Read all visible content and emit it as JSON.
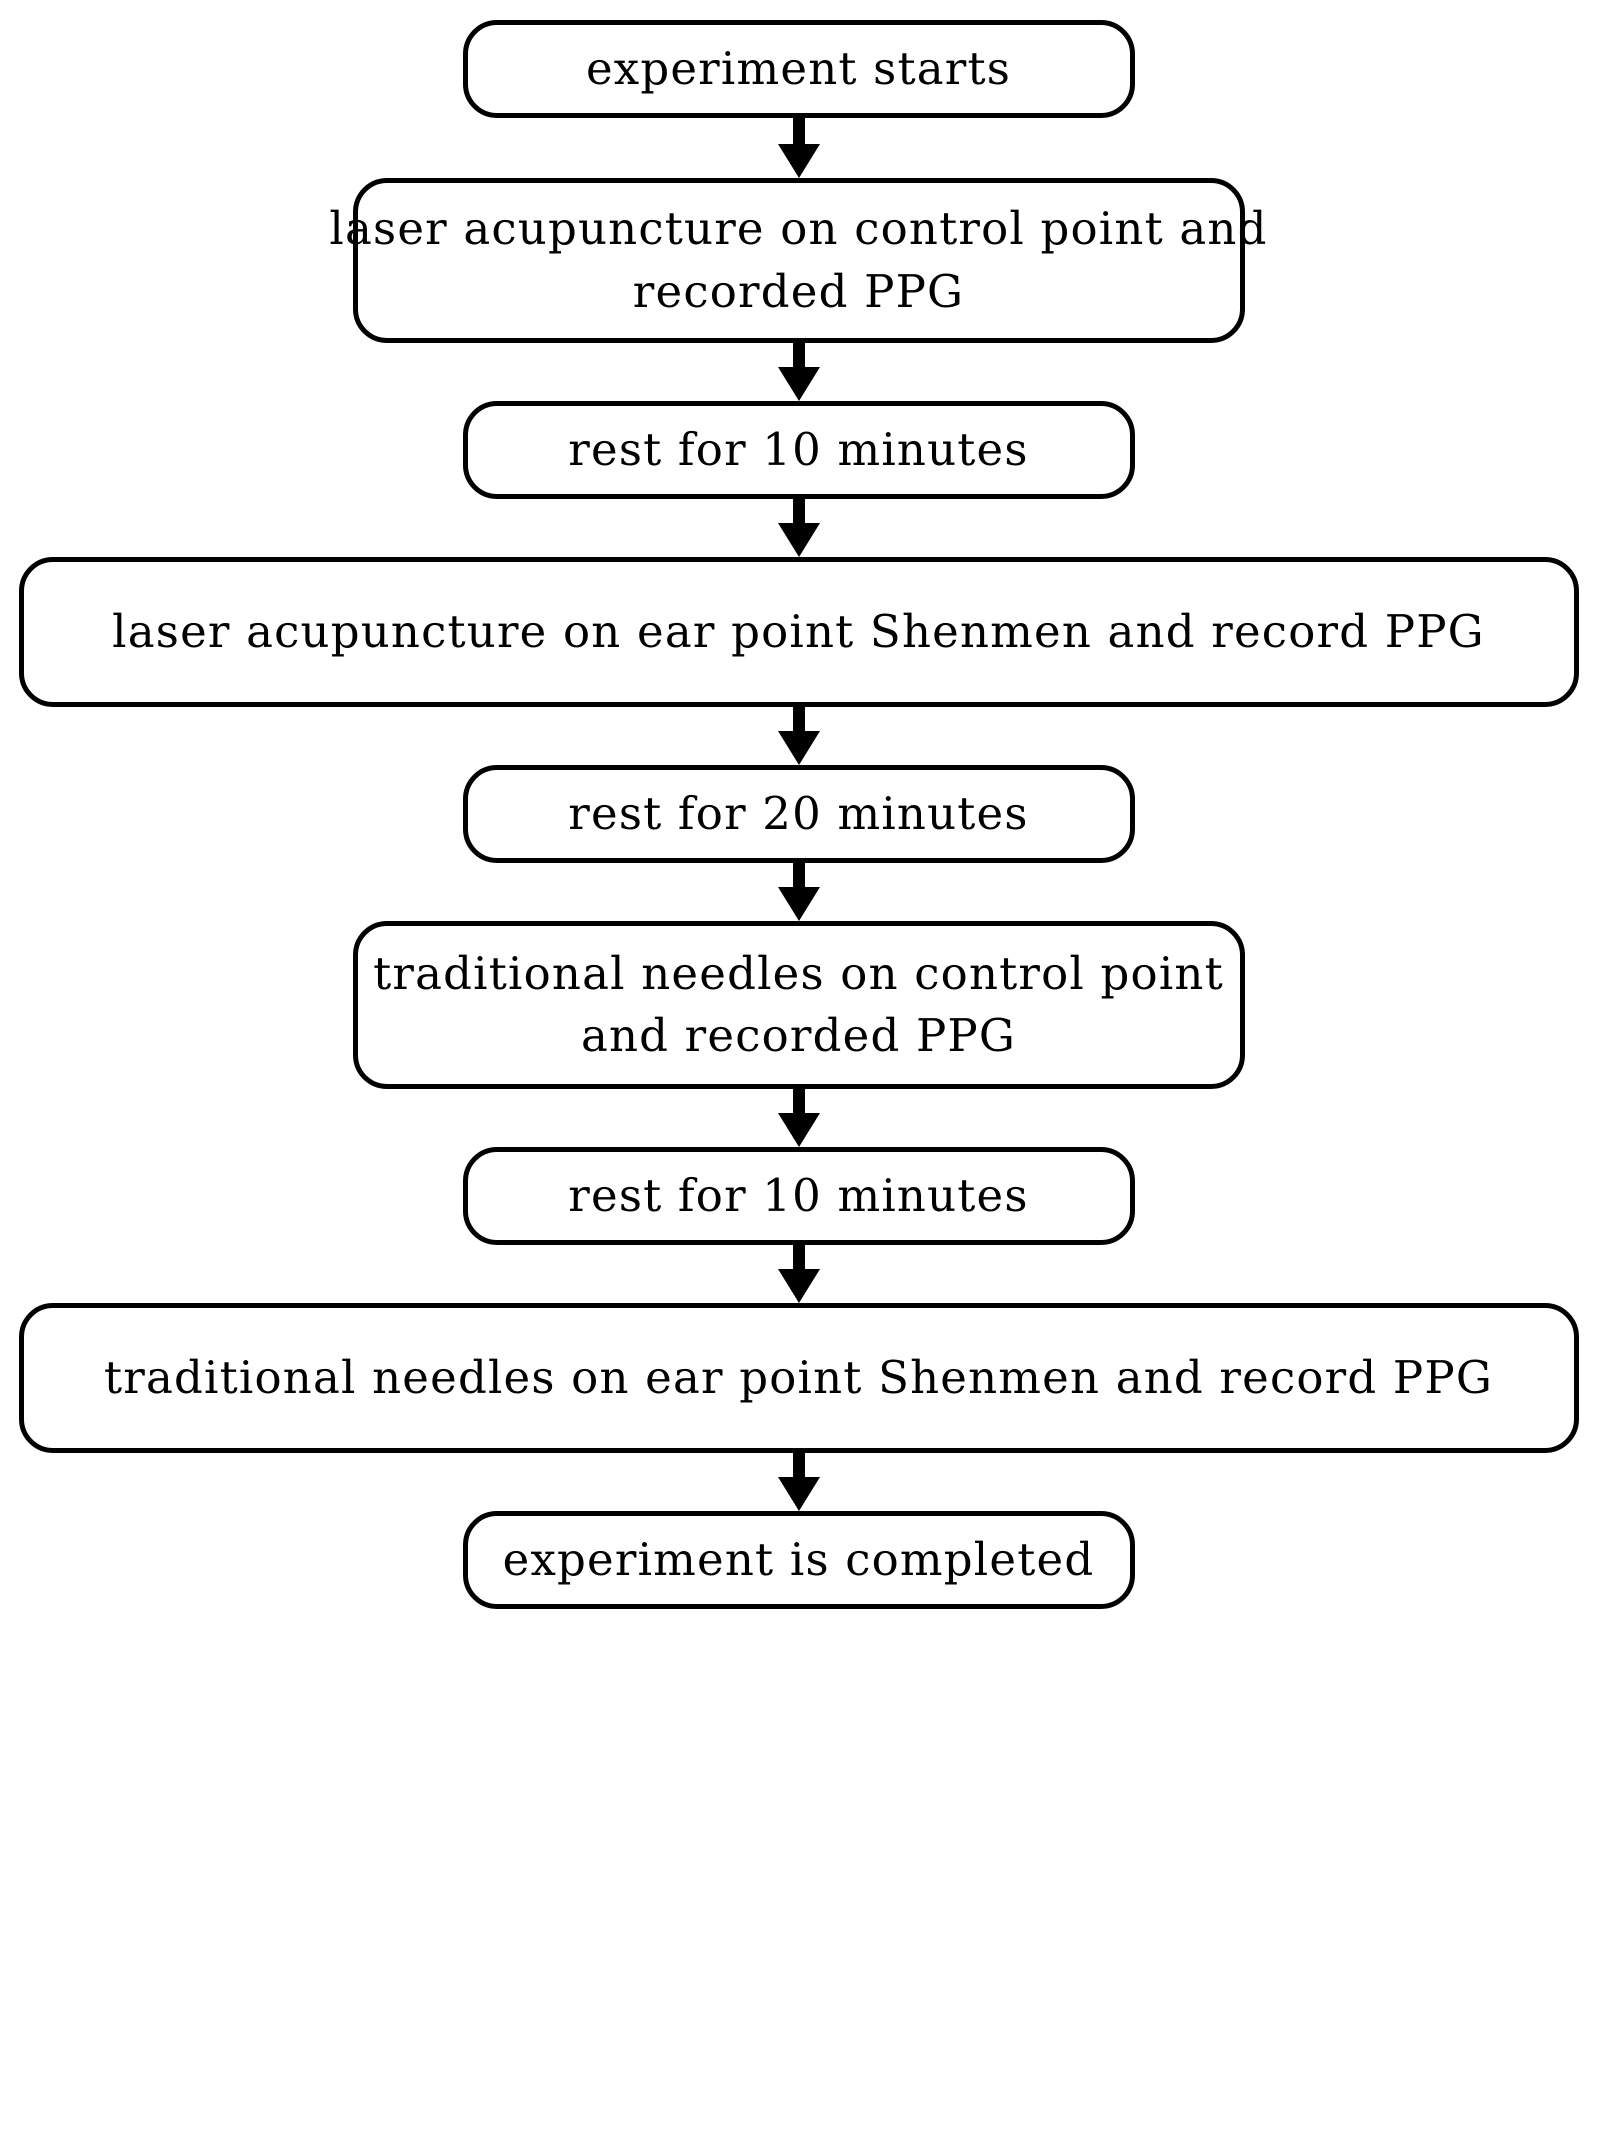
{
  "diagram": {
    "title": "Experiment procedure flowchart",
    "type": "flowchart",
    "orientation": "top-to-bottom",
    "colors": {
      "background": "#ffffff",
      "node_fill": "#ffffff",
      "node_border": "#000000",
      "text": "#000000",
      "arrow": "#000000"
    },
    "nodes": [
      {
        "id": "start",
        "shape": "rounded-rectangle",
        "lines": [
          "experiment starts"
        ]
      },
      {
        "id": "laser-control",
        "shape": "rounded-rectangle",
        "lines": [
          "laser acupuncture on control point and",
          "recorded PPG"
        ]
      },
      {
        "id": "rest-10-a",
        "shape": "rounded-rectangle",
        "lines": [
          "rest for 10 minutes"
        ]
      },
      {
        "id": "laser-ear",
        "shape": "rounded-rectangle",
        "lines": [
          "laser acupuncture on ear point Shenmen and record PPG"
        ]
      },
      {
        "id": "rest-20",
        "shape": "rounded-rectangle",
        "lines": [
          "rest for 20 minutes"
        ]
      },
      {
        "id": "traditional-control",
        "shape": "rounded-rectangle",
        "lines": [
          "traditional needles on control point",
          "and recorded PPG"
        ]
      },
      {
        "id": "rest-10-b",
        "shape": "rounded-rectangle",
        "lines": [
          "rest for 10 minutes"
        ]
      },
      {
        "id": "traditional-ear",
        "shape": "rounded-rectangle",
        "lines": [
          "traditional needles on ear point Shenmen and record PPG"
        ]
      },
      {
        "id": "complete",
        "shape": "rounded-rectangle",
        "lines": [
          "experiment is completed"
        ]
      }
    ],
    "edges": [
      {
        "from": "start",
        "to": "laser-control",
        "style": "solid-arrow-down"
      },
      {
        "from": "laser-control",
        "to": "rest-10-a",
        "style": "solid-arrow-down"
      },
      {
        "from": "rest-10-a",
        "to": "laser-ear",
        "style": "solid-arrow-down"
      },
      {
        "from": "laser-ear",
        "to": "rest-20",
        "style": "solid-arrow-down"
      },
      {
        "from": "rest-20",
        "to": "traditional-control",
        "style": "solid-arrow-down"
      },
      {
        "from": "traditional-control",
        "to": "rest-10-b",
        "style": "solid-arrow-down"
      },
      {
        "from": "rest-10-b",
        "to": "traditional-ear",
        "style": "solid-arrow-down"
      },
      {
        "from": "traditional-ear",
        "to": "complete",
        "style": "solid-arrow-down"
      }
    ]
  }
}
